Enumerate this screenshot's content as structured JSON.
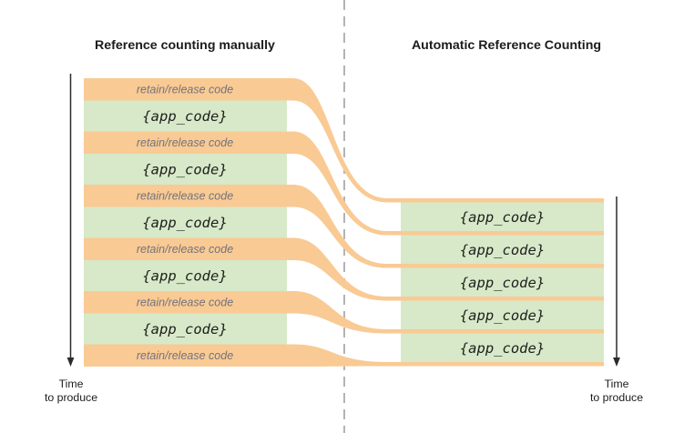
{
  "diagram_title": "Manual reference counting vs Automatic Reference Counting time comparison",
  "palette": {
    "band_orange": "#F9CA94",
    "app_green": "#D7E9C8",
    "divider_gray": "#ABABAB",
    "retain_text_gray": "#73737B",
    "code_text_dark": "#1E1E1E",
    "axis_black": "#2B2B2B"
  },
  "left_column": {
    "title": "Reference counting manually",
    "bands": [
      {
        "type": "retain",
        "label": "retain/release code"
      },
      {
        "type": "app",
        "label": "{app_code}"
      },
      {
        "type": "retain",
        "label": "retain/release code"
      },
      {
        "type": "app",
        "label": "{app_code}"
      },
      {
        "type": "retain",
        "label": "retain/release code"
      },
      {
        "type": "app",
        "label": "{app_code}"
      },
      {
        "type": "retain",
        "label": "retain/release code"
      },
      {
        "type": "app",
        "label": "{app_code}"
      },
      {
        "type": "retain",
        "label": "retain/release code"
      },
      {
        "type": "app",
        "label": "{app_code}"
      },
      {
        "type": "retain",
        "label": "retain/release code"
      }
    ],
    "time_label": {
      "line1": "Time",
      "line2": "to produce"
    }
  },
  "right_column": {
    "title": "Automatic Reference Counting",
    "blocks": [
      {
        "label": "{app_code}"
      },
      {
        "label": "{app_code}"
      },
      {
        "label": "{app_code}"
      },
      {
        "label": "{app_code}"
      },
      {
        "label": "{app_code}"
      }
    ],
    "time_label": {
      "line1": "Time",
      "line2": "to produce"
    }
  }
}
